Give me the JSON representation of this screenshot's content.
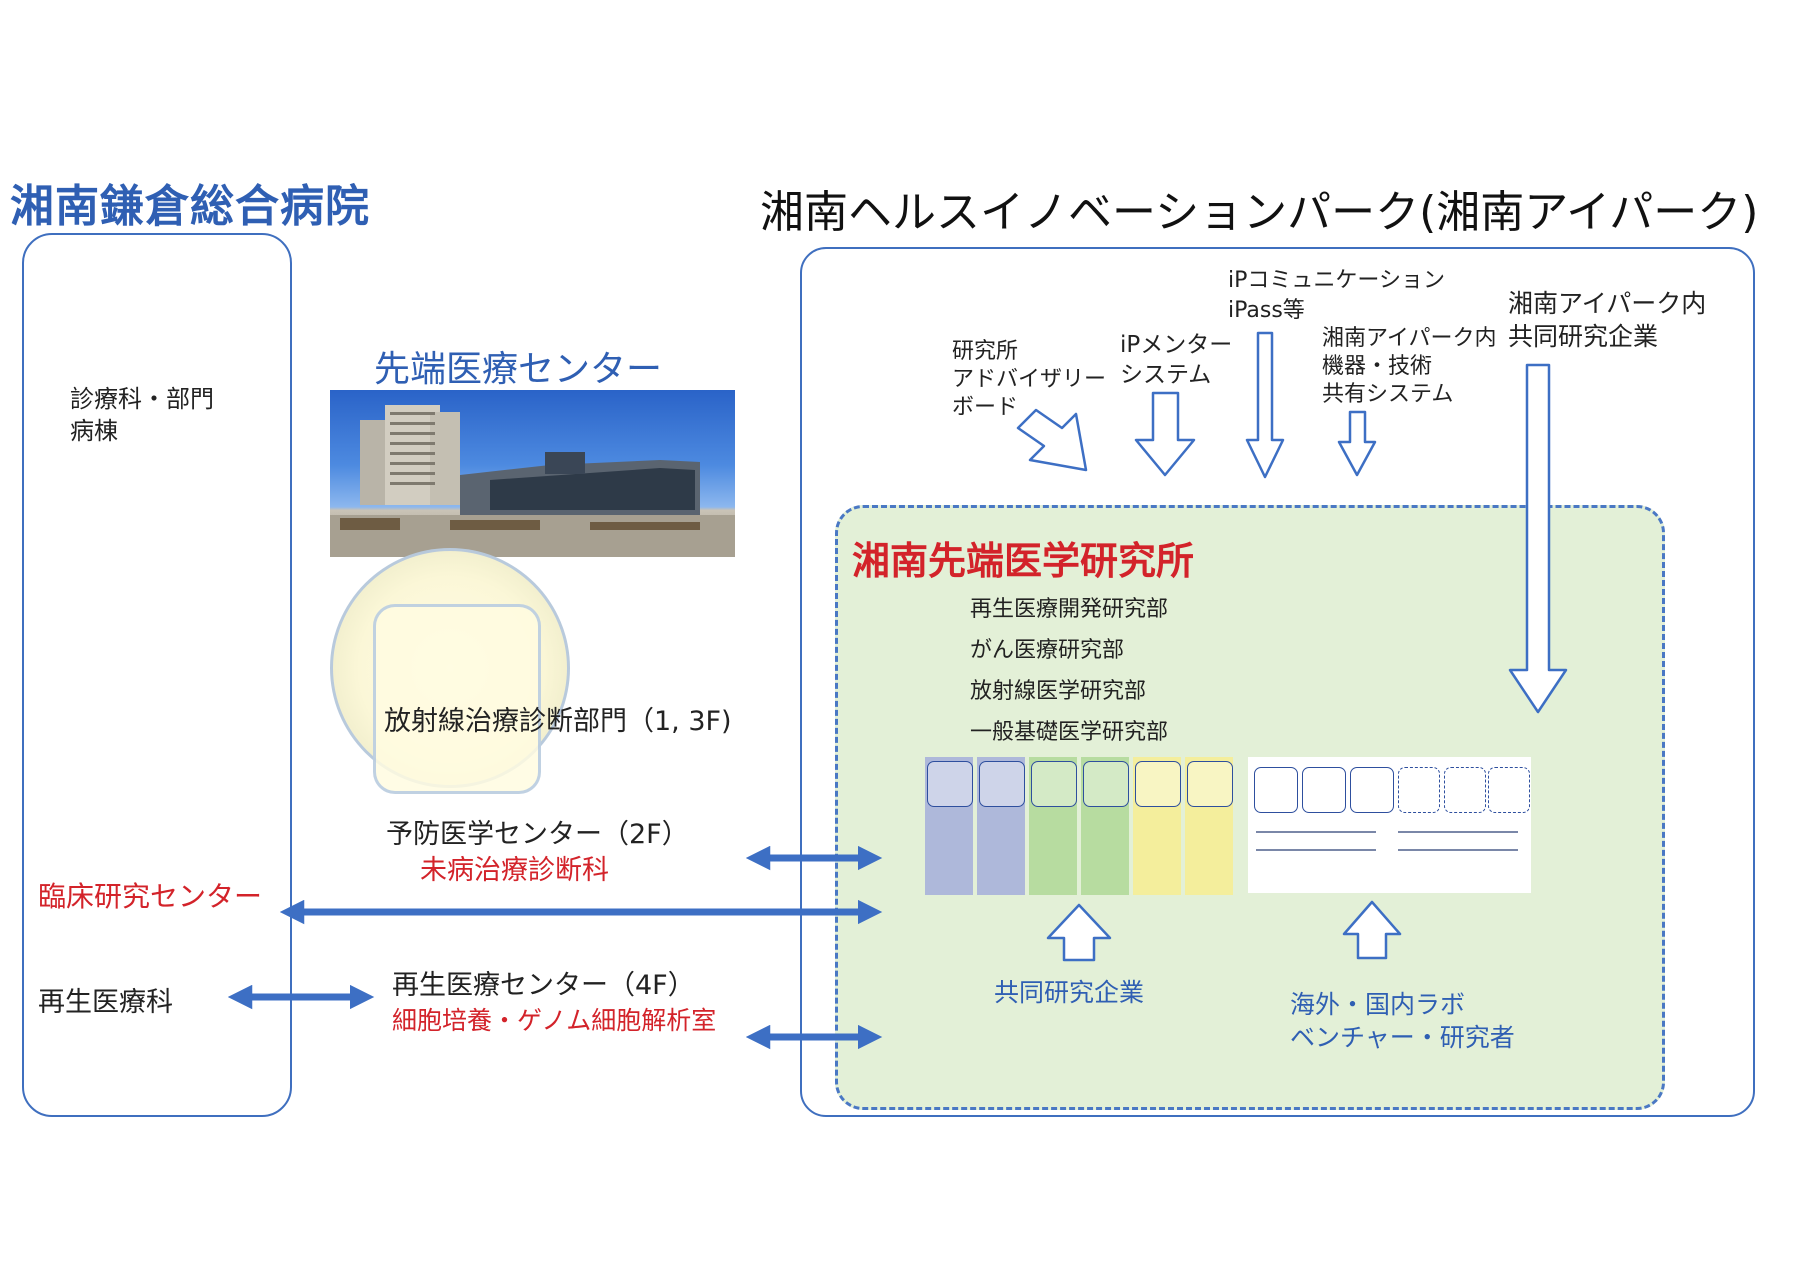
{
  "left_section": {
    "title": "湘南鎌倉総合病院",
    "dept_lines": [
      "診療科・部門",
      "病棟"
    ],
    "clinical_research": "臨床研究センター",
    "regen_dept": "再生医療科"
  },
  "center": {
    "advanced_center": "先端医療センター",
    "radiation": "放射線治療診断部門（1, 3F)",
    "prevention": "予防医学センター（2F）",
    "prevention_sub": "未病治療診断科",
    "regen_center": "再生医療センター（4F）",
    "regen_sub": "細胞培養・ゲノム細胞解析室"
  },
  "right_section": {
    "title": "湘南ヘルスイノベーションパーク(湘南アイパーク)",
    "advisory": [
      "研究所",
      "アドバイザリー",
      "ボード"
    ],
    "mentor": [
      "iPメンター",
      "システム"
    ],
    "comm": [
      "iPコミュニケーション",
      "iPass等"
    ],
    "equipment": [
      "湘南アイパーク内",
      "機器・技術",
      "共有システム"
    ],
    "joint_inside": [
      "湘南アイパーク内",
      "共同研究企業"
    ],
    "institute": {
      "title": "湘南先端医学研究所",
      "departments": [
        "再生医療開発研究部",
        "がん医療研究部",
        "放射線医学研究部",
        "一般基礎医学研究部"
      ]
    },
    "joint_companies": "共同研究企業",
    "partners": [
      "海外・国内ラボ",
      "ベンチャー・研究者"
    ]
  },
  "colors": {
    "blue": "#2f5fb3",
    "red": "#d3232a",
    "arrow": "#3d6fc4",
    "green_bg": "#e3f0d7",
    "mini_cols": [
      "#aeb8da",
      "#aeb8da",
      "#b7dca0",
      "#b7dca0",
      "#f4ee9c",
      "#f4ee9c"
    ]
  }
}
